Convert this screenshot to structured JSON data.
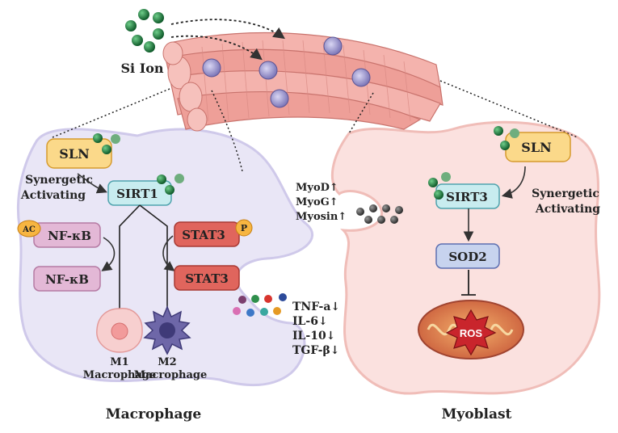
{
  "ion_label": "Si Ion",
  "macrophage": {
    "title": "Macrophage",
    "sln": "SLN",
    "synergetic": [
      "Synergetic",
      "Activating"
    ],
    "sirt": "SIRT1",
    "nfkb_top": "NF-κB",
    "ac_badge": "AC",
    "nfkb_bottom": "NF-κB",
    "stat3_top": "STAT3",
    "p_badge": "P",
    "stat3_bottom": "STAT3",
    "m1": [
      "M1",
      "Macrophage"
    ],
    "m2": [
      "M2",
      "Macrophage"
    ],
    "cytokines": [
      "TNF-a↓",
      "IL-6↓",
      "IL-10↓",
      "TGF-β↓"
    ]
  },
  "myoblast": {
    "title": "Myoblast",
    "sln": "SLN",
    "synergetic": [
      "Synergetic",
      "Activating"
    ],
    "sirt": "SIRT3",
    "sod": "SOD2",
    "ros": "ROS",
    "markers": [
      "MyoD↑",
      "MyoG↑",
      "Myosin↑"
    ]
  },
  "colors": {
    "macrophage_fill": "#e9e6f6",
    "myoblast_fill": "#fbe1df",
    "sln_fill": "#fbd98a",
    "sirt_fill": "#c8ecef",
    "nfkb_fill": "#e3b8d6",
    "stat3_fill": "#e0655d",
    "si_green": "#1f7a3d",
    "muscle": "#f2a7a1"
  }
}
